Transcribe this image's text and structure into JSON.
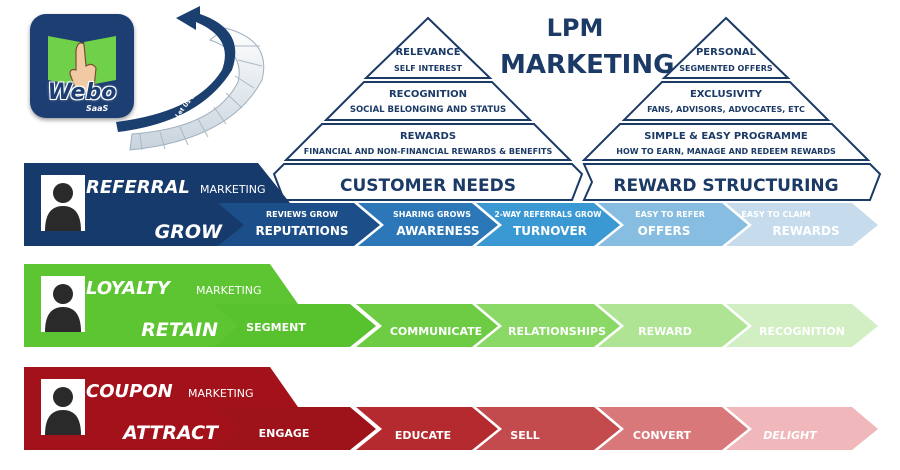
{
  "logo": {
    "name": "Webo",
    "sub": "SaaS",
    "stair_text": "Let Us Show You How"
  },
  "title": {
    "line1": "LPM",
    "line2": "MARKETING"
  },
  "customer_pyramid": {
    "tiers": [
      {
        "title": "RELEVANCE",
        "sub": "SELF INTEREST"
      },
      {
        "title": "RECOGNITION",
        "sub": "SOCIAL BELONGING AND STATUS"
      },
      {
        "title": "REWARDS",
        "sub": "FINANCIAL AND NON-FINANCIAL REWARDS & BENEFITS"
      }
    ],
    "base": "CUSTOMER NEEDS"
  },
  "reward_pyramid": {
    "tiers": [
      {
        "title": "PERSONAL",
        "sub": "SEGMENTED OFFERS"
      },
      {
        "title": "EXCLUSIVITY",
        "sub": "FANS, ADVISORS, ADVOCATES, ETC"
      },
      {
        "title": "SIMPLE & EASY PROGRAMME",
        "sub": "HOW TO EARN, MANAGE AND REDEEM REWARDS"
      }
    ],
    "base": "REWARD STRUCTURING"
  },
  "rows": {
    "referral": {
      "name": "REFERRAL",
      "suffix": "MARKETING",
      "verb": "GROW",
      "steps": [
        {
          "small": "REVIEWS GROW",
          "big": "REPUTATIONS"
        },
        {
          "small": "SHARING GROWS",
          "big": "AWARENESS"
        },
        {
          "small": "2-WAY REFERRALS GROW",
          "big": "TURNOVER"
        },
        {
          "small": "EASY TO REFER",
          "big": "OFFERS"
        },
        {
          "small": "EASY TO CLAIM",
          "big": "REWARDS"
        }
      ]
    },
    "loyalty": {
      "name": "LOYALTY",
      "suffix": "MARKETING",
      "verb": "RETAIN",
      "steps": [
        "SEGMENT",
        "COMMUNICATE",
        "RELATIONSHIPS",
        "REWARD",
        "RECOGNITION"
      ]
    },
    "coupon": {
      "name": "COUPON",
      "suffix": "MARKETING",
      "verb": "ATTRACT",
      "steps": [
        "ENGAGE",
        "EDUCATE",
        "SELL",
        "CONVERT",
        "DELIGHT"
      ]
    }
  },
  "colors": {
    "navy": "#163a6b",
    "green": "#5cc531",
    "red": "#a3121a",
    "pyramid_text": "#1b3a66"
  }
}
